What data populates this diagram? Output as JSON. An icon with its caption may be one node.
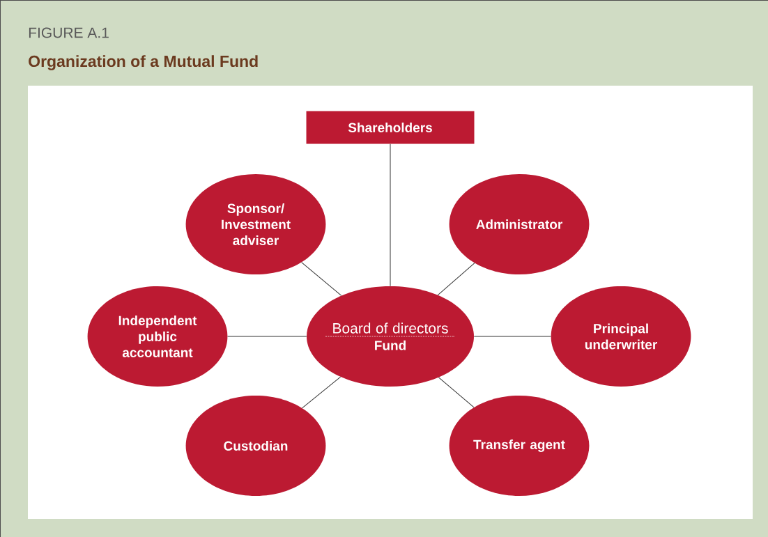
{
  "diagram": {
    "title": "Organization of a Mutual Fund",
    "nodes": [
      {
        "text": [
          "Shareholders"
        ]
      },
      {
        "text": [
          "Sponsor/ Investment adviser"
        ]
      },
      {
        "text": [
          "Administrator"
        ]
      },
      {
        "text": [
          "Independent public accountant"
        ]
      },
      {
        "text": [
          "Board of directors",
          "Fund"
        ]
      },
      {
        "text": [
          "Principal underwriter"
        ]
      },
      {
        "text": [
          "Custodian"
        ]
      },
      {
        "text": [
          "Transfer agent"
        ]
      }
    ],
    "edges": [
      {
        "from": 4,
        "to": 0,
        "arrow": "none"
      },
      {
        "from": 4,
        "to": 1,
        "arrow": "none"
      },
      {
        "from": 4,
        "to": 2,
        "arrow": "none"
      },
      {
        "from": 4,
        "to": 3,
        "arrow": "none"
      },
      {
        "from": 4,
        "to": 5,
        "arrow": "none"
      },
      {
        "from": 4,
        "to": 6,
        "arrow": "none"
      },
      {
        "from": 4,
        "to": 7,
        "arrow": "none"
      }
    ],
    "labels": [
      "FIGURE A.1"
    ]
  }
}
